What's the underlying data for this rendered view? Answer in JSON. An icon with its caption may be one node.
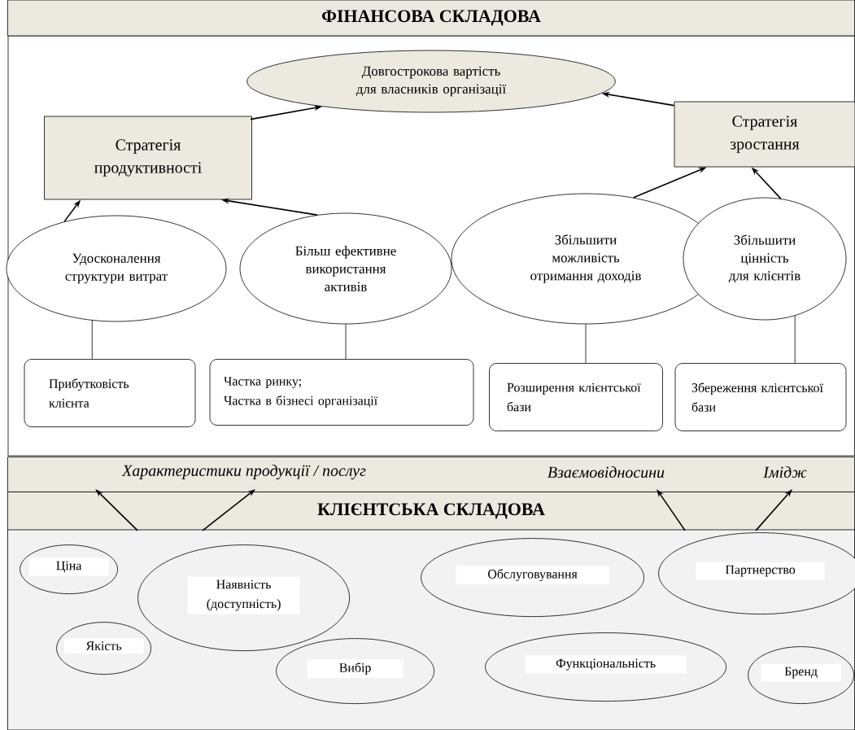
{
  "diagram": {
    "nodes": [
      {
        "text": [
          "ФІНАНСОВА СКЛАДОВА"
        ]
      },
      {
        "text": [
          "Довгострокова вартість для власників організації"
        ]
      },
      {
        "text": [
          "Стратегія продуктивності"
        ]
      },
      {
        "text": [
          "Стратегія зростання"
        ]
      },
      {
        "text": [
          "Удосконалення структури витрат"
        ]
      },
      {
        "text": [
          "Більш ефективне використання активів"
        ]
      },
      {
        "text": [
          "Збільшити можливість отримання доходів"
        ]
      },
      {
        "text": [
          "Збільшити цінність для клієнтів"
        ]
      },
      {
        "text": [
          "Прибутковість клієнта"
        ]
      },
      {
        "text": [
          "Частка ринку;",
          "Частка в бізнесі організації"
        ]
      },
      {
        "text": [
          "Розширення клієнтської бази"
        ]
      },
      {
        "text": [
          "Збереження клієнтської бази"
        ]
      },
      {
        "text": [
          "Характеристики продукції / послуг",
          "Взаємовідносини",
          "Імідж"
        ]
      },
      {
        "text": [
          "КЛІЄНТСЬКА СКЛАДОВА"
        ]
      },
      {
        "text": [],
        "shape": "box"
      },
      {
        "text": [
          "Ціна"
        ],
        "in": 14
      },
      {
        "text": [
          "Наявність (доступність)"
        ],
        "in": 14
      },
      {
        "text": [
          "Обслуговування"
        ],
        "in": 14
      },
      {
        "text": [
          "Партнерство"
        ],
        "in": 14
      },
      {
        "text": [
          "Якість"
        ],
        "in": 14
      },
      {
        "text": [
          "Вибір"
        ],
        "in": 14
      },
      {
        "text": [
          "Функціональність"
        ],
        "in": 14
      },
      {
        "text": [
          "Бренд"
        ],
        "in": 14
      }
    ],
    "edges": [
      {
        "from": 2,
        "to": 1,
        "arrow": "to"
      },
      {
        "from": 3,
        "to": 1,
        "arrow": "to"
      },
      {
        "from": 4,
        "to": 2,
        "arrow": "to"
      },
      {
        "from": 5,
        "to": 2,
        "arrow": "to"
      },
      {
        "from": 6,
        "to": 3,
        "arrow": "to"
      },
      {
        "from": 7,
        "to": 3,
        "arrow": "to"
      },
      {
        "from": 4,
        "to": 8,
        "arrow": "none"
      },
      {
        "from": 5,
        "to": 9,
        "arrow": "none"
      },
      {
        "from": 6,
        "to": 10,
        "arrow": "none"
      },
      {
        "from": 7,
        "to": 11,
        "arrow": "none"
      },
      {
        "from": 13,
        "to": 12,
        "arrow": "to"
      },
      {
        "from": 13,
        "to": 12,
        "arrow": "to"
      },
      {
        "from": 13,
        "to": 12,
        "arrow": "to"
      },
      {
        "from": 13,
        "to": 12,
        "arrow": "to"
      }
    ]
  }
}
